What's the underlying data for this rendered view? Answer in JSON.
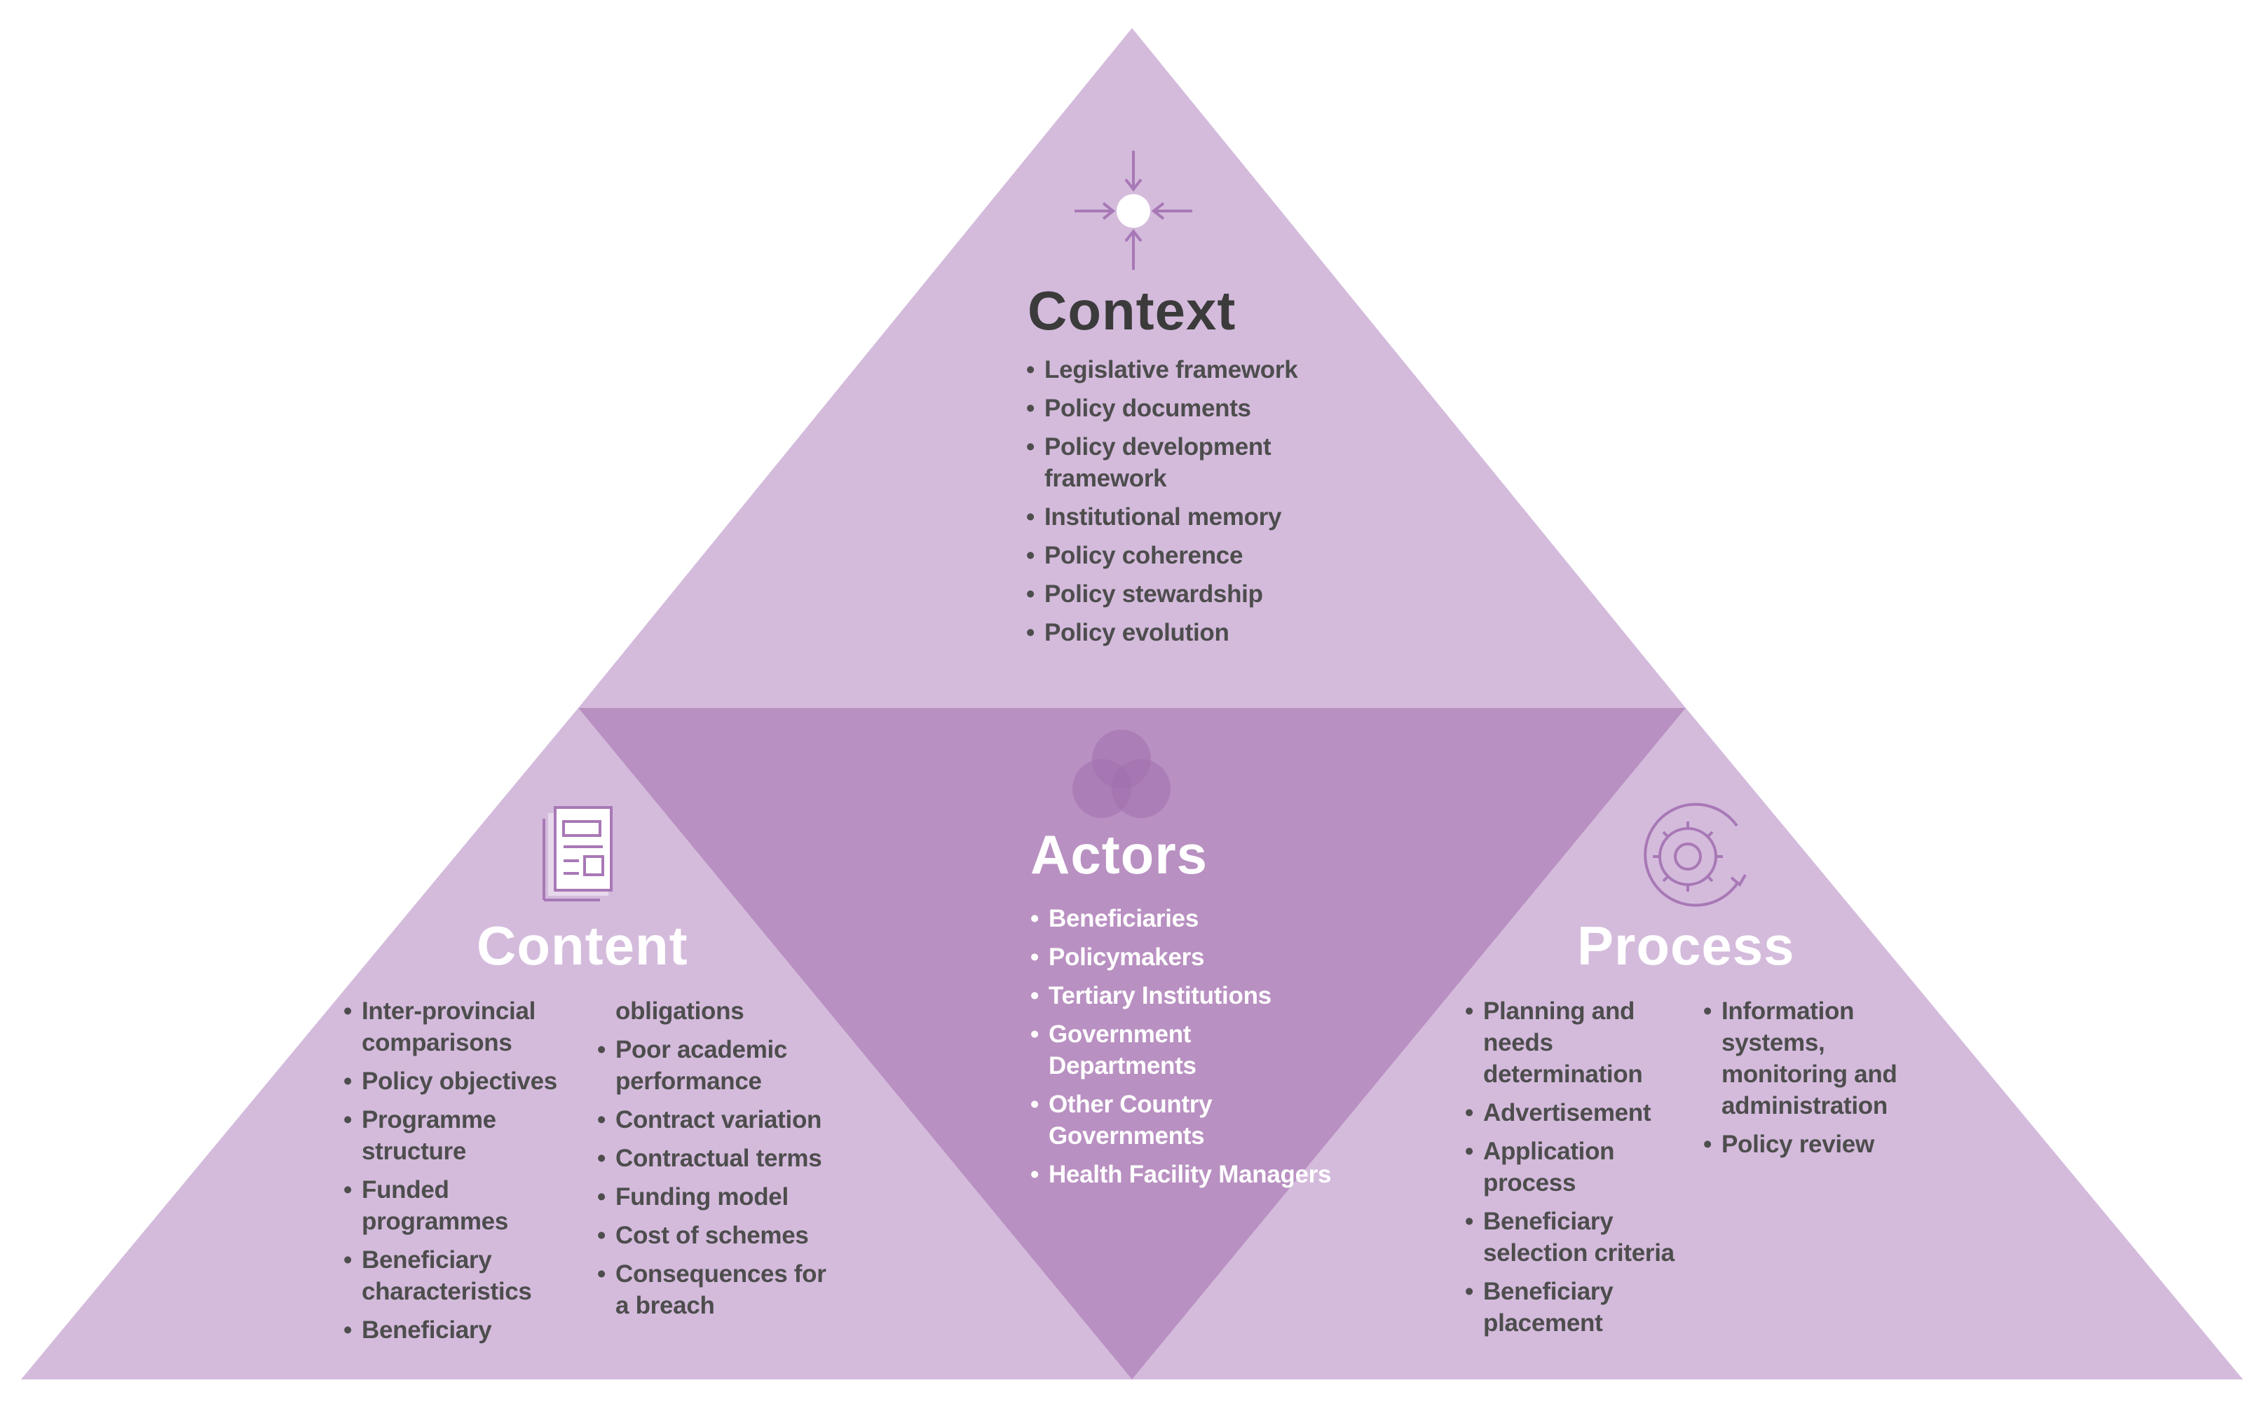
{
  "colors": {
    "outer_triangles": "#d4bbdc",
    "inner_triangle": "#b990c2",
    "icon_stroke": "#a878b6",
    "heading_dark": "#3b3b3b",
    "heading_light": "#ffffff",
    "body_text": "#4d4d4d"
  },
  "context": {
    "icon": "converge-arrows-icon",
    "title": "Context",
    "items": [
      "Legislative framework",
      "Policy documents",
      "Policy development framework",
      "Institutional memory",
      "Policy coherence",
      "Policy stewardship",
      "Policy evolution"
    ]
  },
  "actors": {
    "icon": "venn-circles-icon",
    "title": "Actors",
    "items": [
      "Beneficiaries",
      "Policymakers",
      "Tertiary Institutions",
      "Government Departments",
      "Other Country Governments",
      "Health Facility Managers"
    ]
  },
  "content": {
    "icon": "document-icon",
    "title": "Content",
    "items_col1": [
      "Inter-provincial comparisons",
      "Policy objectives",
      "Programme structure",
      "Funded programmes",
      "Beneficiary characteristics",
      "Beneficiary"
    ],
    "col2_continuation": "obligations",
    "items_col2": [
      "Poor academic performance",
      "Contract variation",
      "Contractual terms",
      "Funding model",
      "Cost of schemes",
      "Consequences for a breach"
    ]
  },
  "process": {
    "icon": "gear-cycle-icon",
    "title": "Process",
    "items_col1": [
      "Planning and needs determination",
      "Advertisement",
      "Application process",
      "Beneficiary selection criteria",
      "Beneficiary placement"
    ],
    "items_col2": [
      "Information systems, monitoring and administration",
      "Policy review"
    ]
  }
}
